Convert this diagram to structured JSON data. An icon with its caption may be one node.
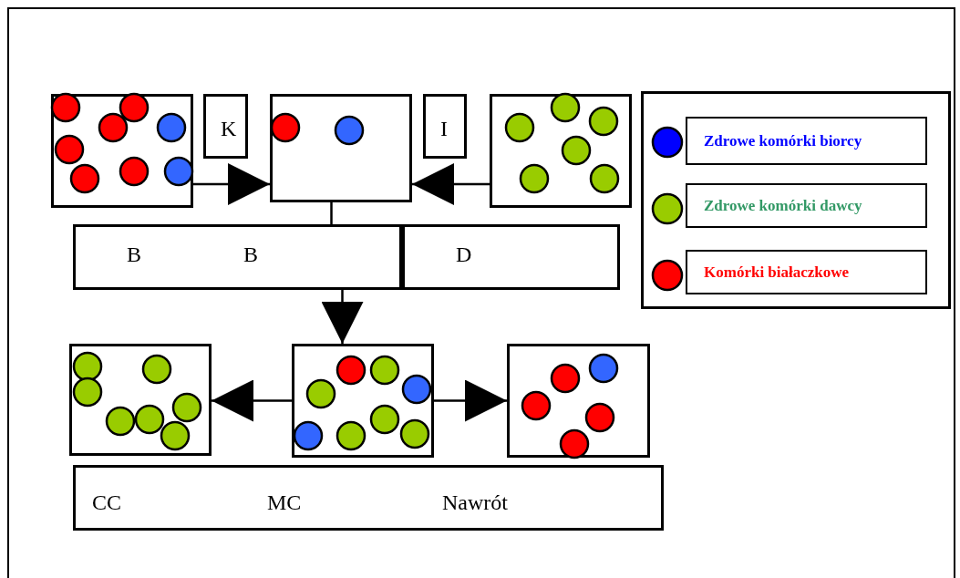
{
  "diagram": {
    "nodes": [
      {
        "text": [],
        "shape": "box"
      },
      {
        "text": [
          "K"
        ]
      },
      {
        "text": [],
        "shape": "box"
      },
      {
        "text": [
          "I"
        ]
      },
      {
        "text": [],
        "shape": "box"
      },
      {
        "text": [
          "B",
          "B"
        ]
      },
      {
        "text": [
          "D"
        ]
      },
      {
        "text": [],
        "shape": "box"
      },
      {
        "text": [],
        "shape": "box"
      },
      {
        "text": [],
        "shape": "box"
      },
      {
        "text": [
          "CC",
          "MC",
          "Nawrót"
        ]
      }
    ],
    "edges": [
      {
        "from": 0,
        "to": 2,
        "arrow": "to"
      },
      {
        "from": 4,
        "to": 2,
        "arrow": "to"
      },
      {
        "from": 2,
        "to": 5,
        "arrow": "none"
      },
      {
        "from": 5,
        "to": 8,
        "arrow": "to"
      },
      {
        "from": 8,
        "to": 7,
        "arrow": "to"
      },
      {
        "from": 8,
        "to": 9,
        "arrow": "to"
      }
    ],
    "legend": [
      {
        "text": "Zdrowe komórki biorcy",
        "color": "#0000ff"
      },
      {
        "text": "Zdrowe komórki dawcy",
        "color": "#99cc00"
      },
      {
        "text": "Komórki białaczkowe",
        "color": "#ff0000"
      }
    ]
  }
}
